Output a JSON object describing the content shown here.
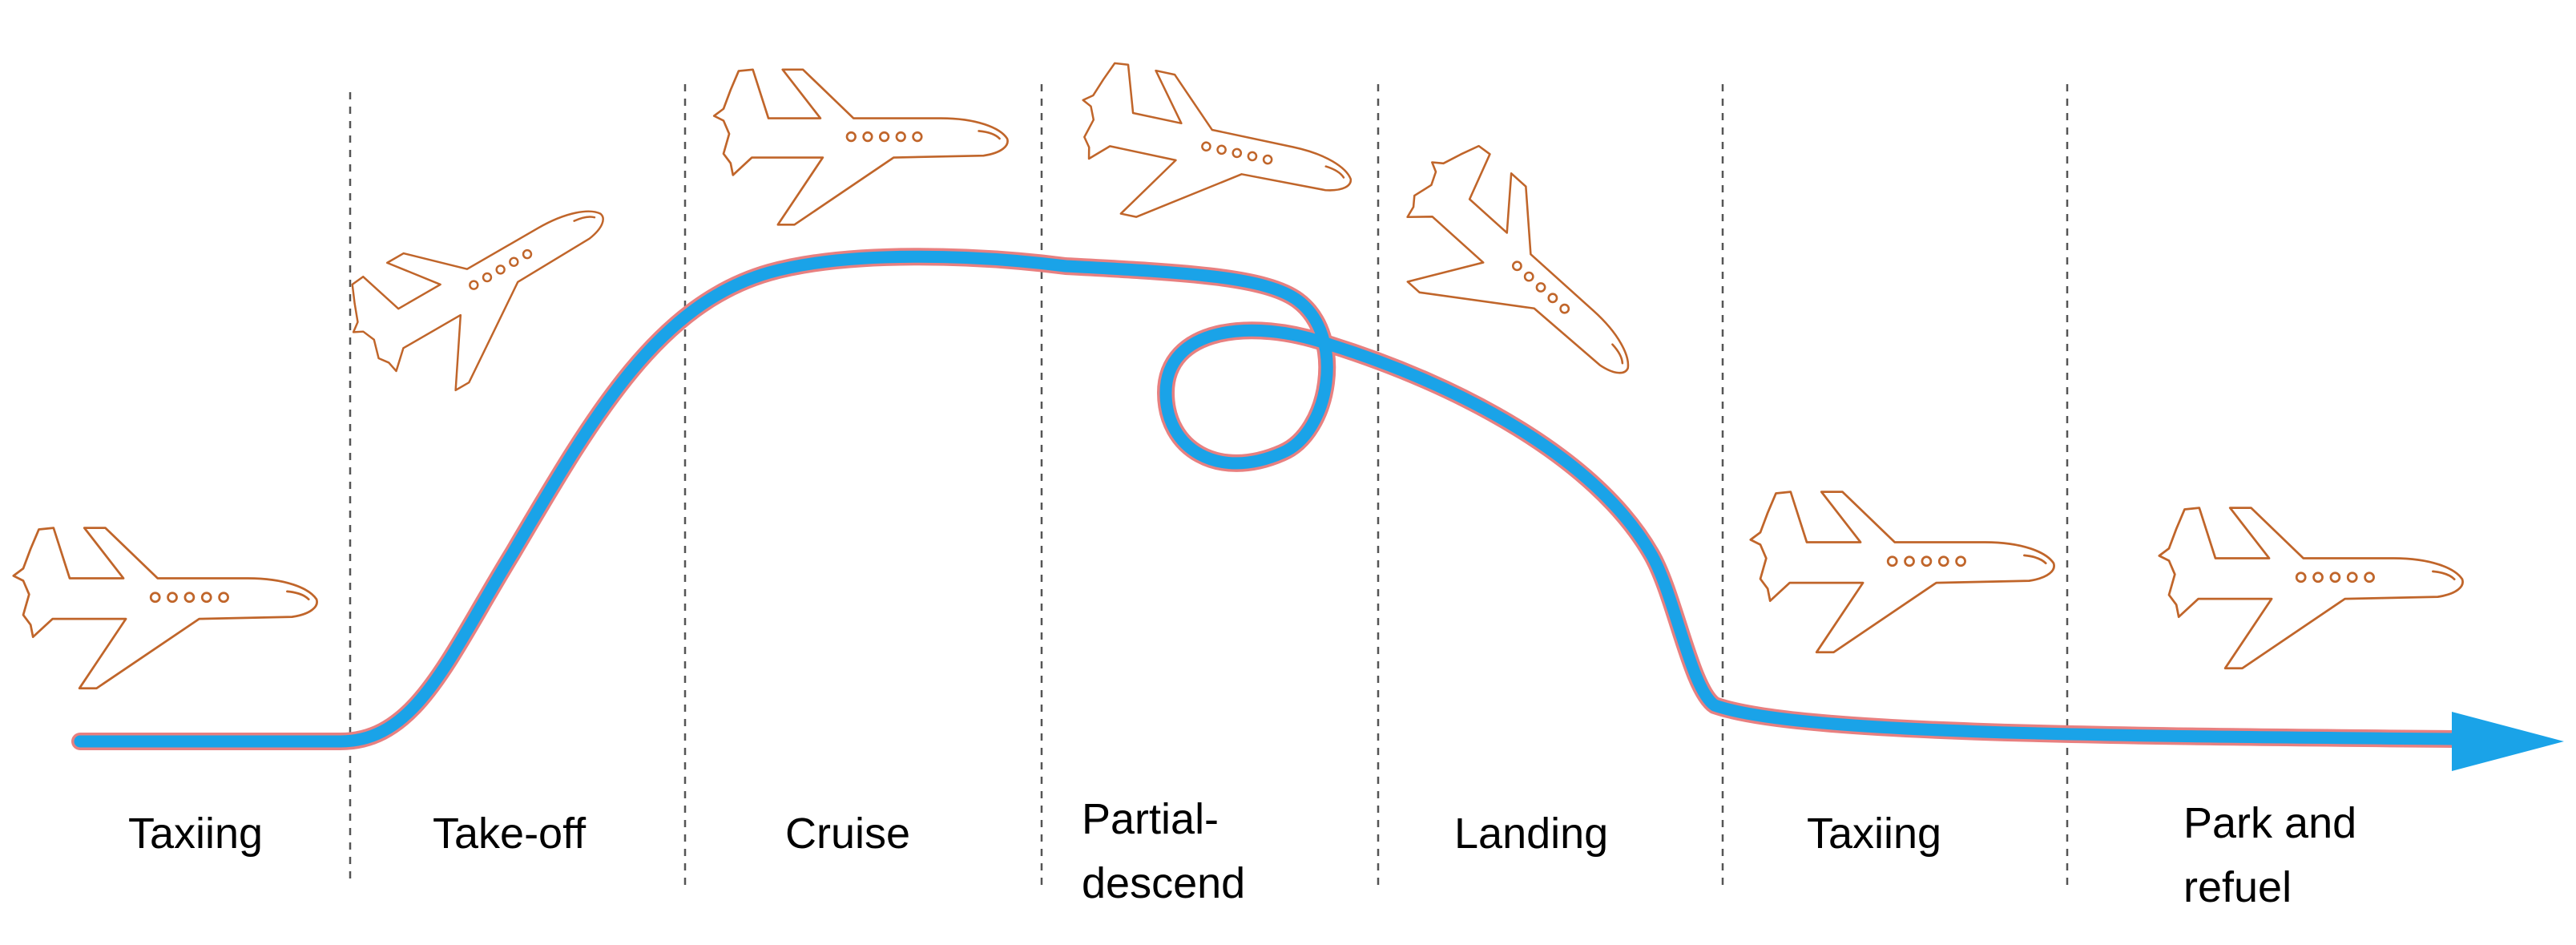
{
  "phases": [
    {
      "label_lines": [
        "Taxiing"
      ]
    },
    {
      "label_lines": [
        "Take-off"
      ]
    },
    {
      "label_lines": [
        "Cruise"
      ]
    },
    {
      "label_lines": [
        "Partial-",
        "descend"
      ]
    },
    {
      "label_lines": [
        "Landing"
      ]
    },
    {
      "label_lines": [
        "Taxiing"
      ]
    },
    {
      "label_lines": [
        "Park and",
        "refuel"
      ]
    }
  ],
  "icons": {
    "plane": "airplane-icon",
    "arrow": "flight-path-arrow"
  },
  "colors": {
    "plane": "#c0652a",
    "path": "#1aa3e8",
    "path_edge": "#e88080",
    "divider": "#555555",
    "text": "#000000"
  }
}
